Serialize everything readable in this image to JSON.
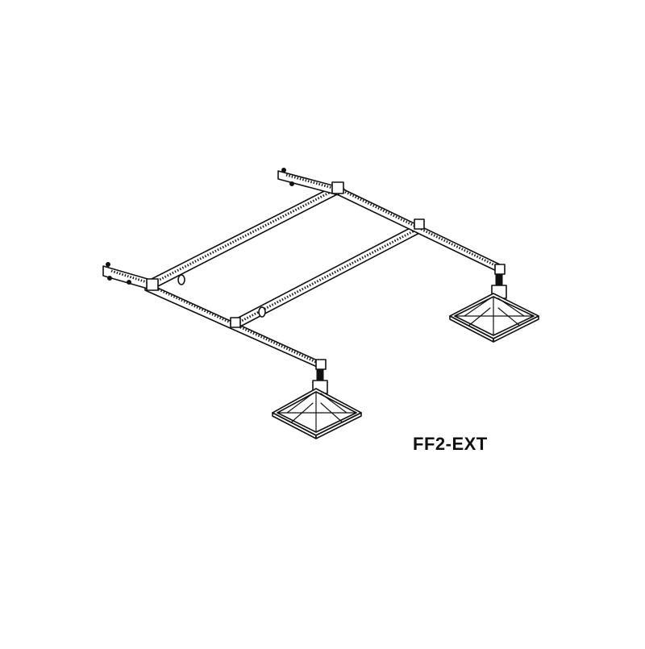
{
  "product": {
    "model_label": "FF2-EXT"
  },
  "drawing": {
    "type": "isometric line drawing",
    "subject": "rooftop support frame with two adjustable pedestal feet",
    "colors": {
      "background": "#ffffff",
      "line": "#111111"
    }
  }
}
